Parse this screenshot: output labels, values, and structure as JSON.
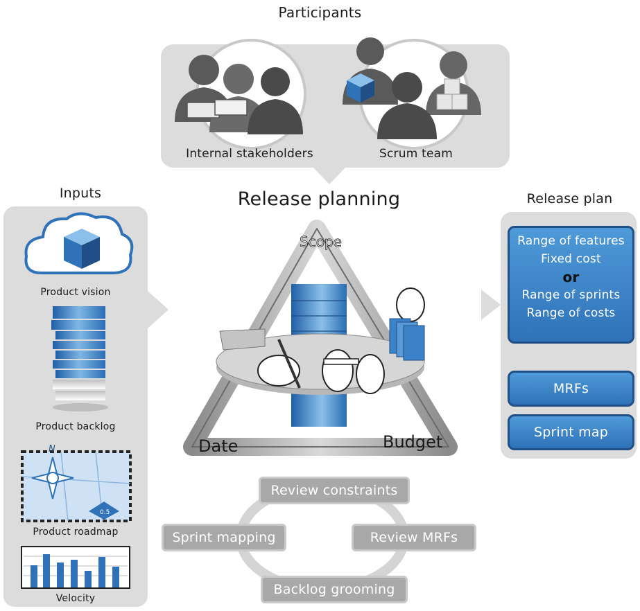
{
  "participants": {
    "title": "Participants",
    "internal_label": "Internal stakeholders",
    "scrum_label": "Scrum team"
  },
  "inputs": {
    "title": "Inputs",
    "items": [
      "Product vision",
      "Product backlog",
      "Product roadmap",
      "Velocity"
    ],
    "roadmap_badge": "0.5",
    "compass_letter": "N"
  },
  "center": {
    "title": "Release planning",
    "scope": "Scope",
    "date": "Date",
    "budget": "Budget"
  },
  "release_plan": {
    "title": "Release plan",
    "main_lines": [
      "Range of features",
      "Fixed cost",
      "or",
      "Range of sprints",
      "Range of costs"
    ],
    "mrfs": "MRFs",
    "sprint_map": "Sprint map"
  },
  "cycle": {
    "top": "Review constraints",
    "left": "Sprint mapping",
    "right": "Review MRFs",
    "bottom": "Backlog grooming"
  },
  "colors": {
    "panel": "#dcdcdc",
    "blue": "#3b82c8",
    "blue_dark": "#1f4f86",
    "step_gray": "#a8a8a8"
  }
}
